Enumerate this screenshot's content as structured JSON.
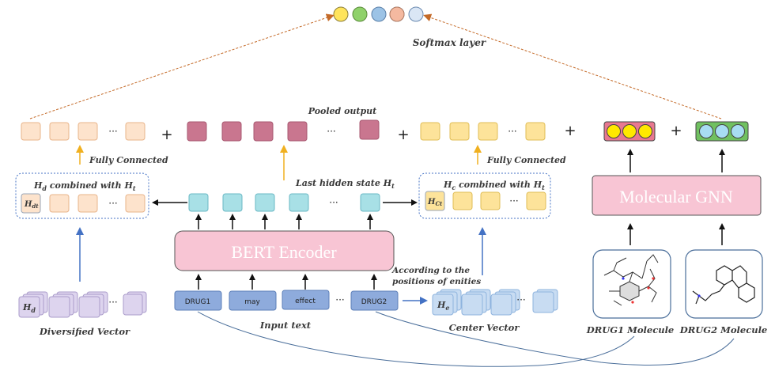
{
  "softmax": {
    "label": "Softmax layer",
    "colors": [
      "#ffe45c",
      "#8fd16a",
      "#9cc3e6",
      "#c5d9f0",
      "#f4b9a0",
      "#dae6f5"
    ]
  },
  "pooled_output_label": "Pooled output",
  "fully_connected_left": "Fully Connected",
  "fully_connected_right": "Fully Connected",
  "last_hidden_label": "Last hidden state",
  "last_hidden_sym": "H",
  "last_hidden_sub": "t",
  "drug_combined": {
    "sym": "H",
    "sub": "d",
    "text": " combined with ",
    "sym2": "H",
    "sub2": "t",
    "cell_sym": "H",
    "cell_sub": "dt"
  },
  "center_combined": {
    "sym": "H",
    "sub": "c",
    "text": " combined with ",
    "sym2": "H",
    "sub2": "t",
    "cell_sym": "H",
    "cell_sub": "Ct"
  },
  "bert_label": "BERT Encoder",
  "gnn_label": "Molecular GNN",
  "input_tokens": [
    "DRUG1",
    "may",
    "effect",
    "DRUG2"
  ],
  "ellipsis": "···",
  "plus": "+",
  "input_text_label": "Input text",
  "diversified_label": "Diversified Vector",
  "diversified_sym": "H",
  "diversified_sub": "d",
  "center_vector_label": "Center Vector",
  "center_sym": "H",
  "center_sub": "e",
  "positions_note": [
    "According to the",
    "positions of enities"
  ],
  "drug1_molecule_label": "DRUG1 Molecule",
  "drug2_molecule_label": "DRUG2 Molecule",
  "colors": {
    "peach": "#fde3cc",
    "peach_border": "#e8b48a",
    "mauve": "#c9768f",
    "mauve_border": "#a85870",
    "yellow": "#fde39a",
    "yellow_border": "#e0bd55",
    "teal": "#a8e0e6",
    "teal_border": "#6ab8c4",
    "lilac": "#ddd4ee",
    "lilac_border": "#aa9ccb",
    "blue": "#c8dcf2",
    "blue_border": "#8eb3de",
    "token": "#8eabdc",
    "token_border": "#5c7fb8",
    "bert": "#f8c5d4",
    "gnn": "#f8c5d4",
    "fc_arrow": "#f0b020",
    "blue_arrow": "#4472c4",
    "dashed": "#c46a28"
  }
}
